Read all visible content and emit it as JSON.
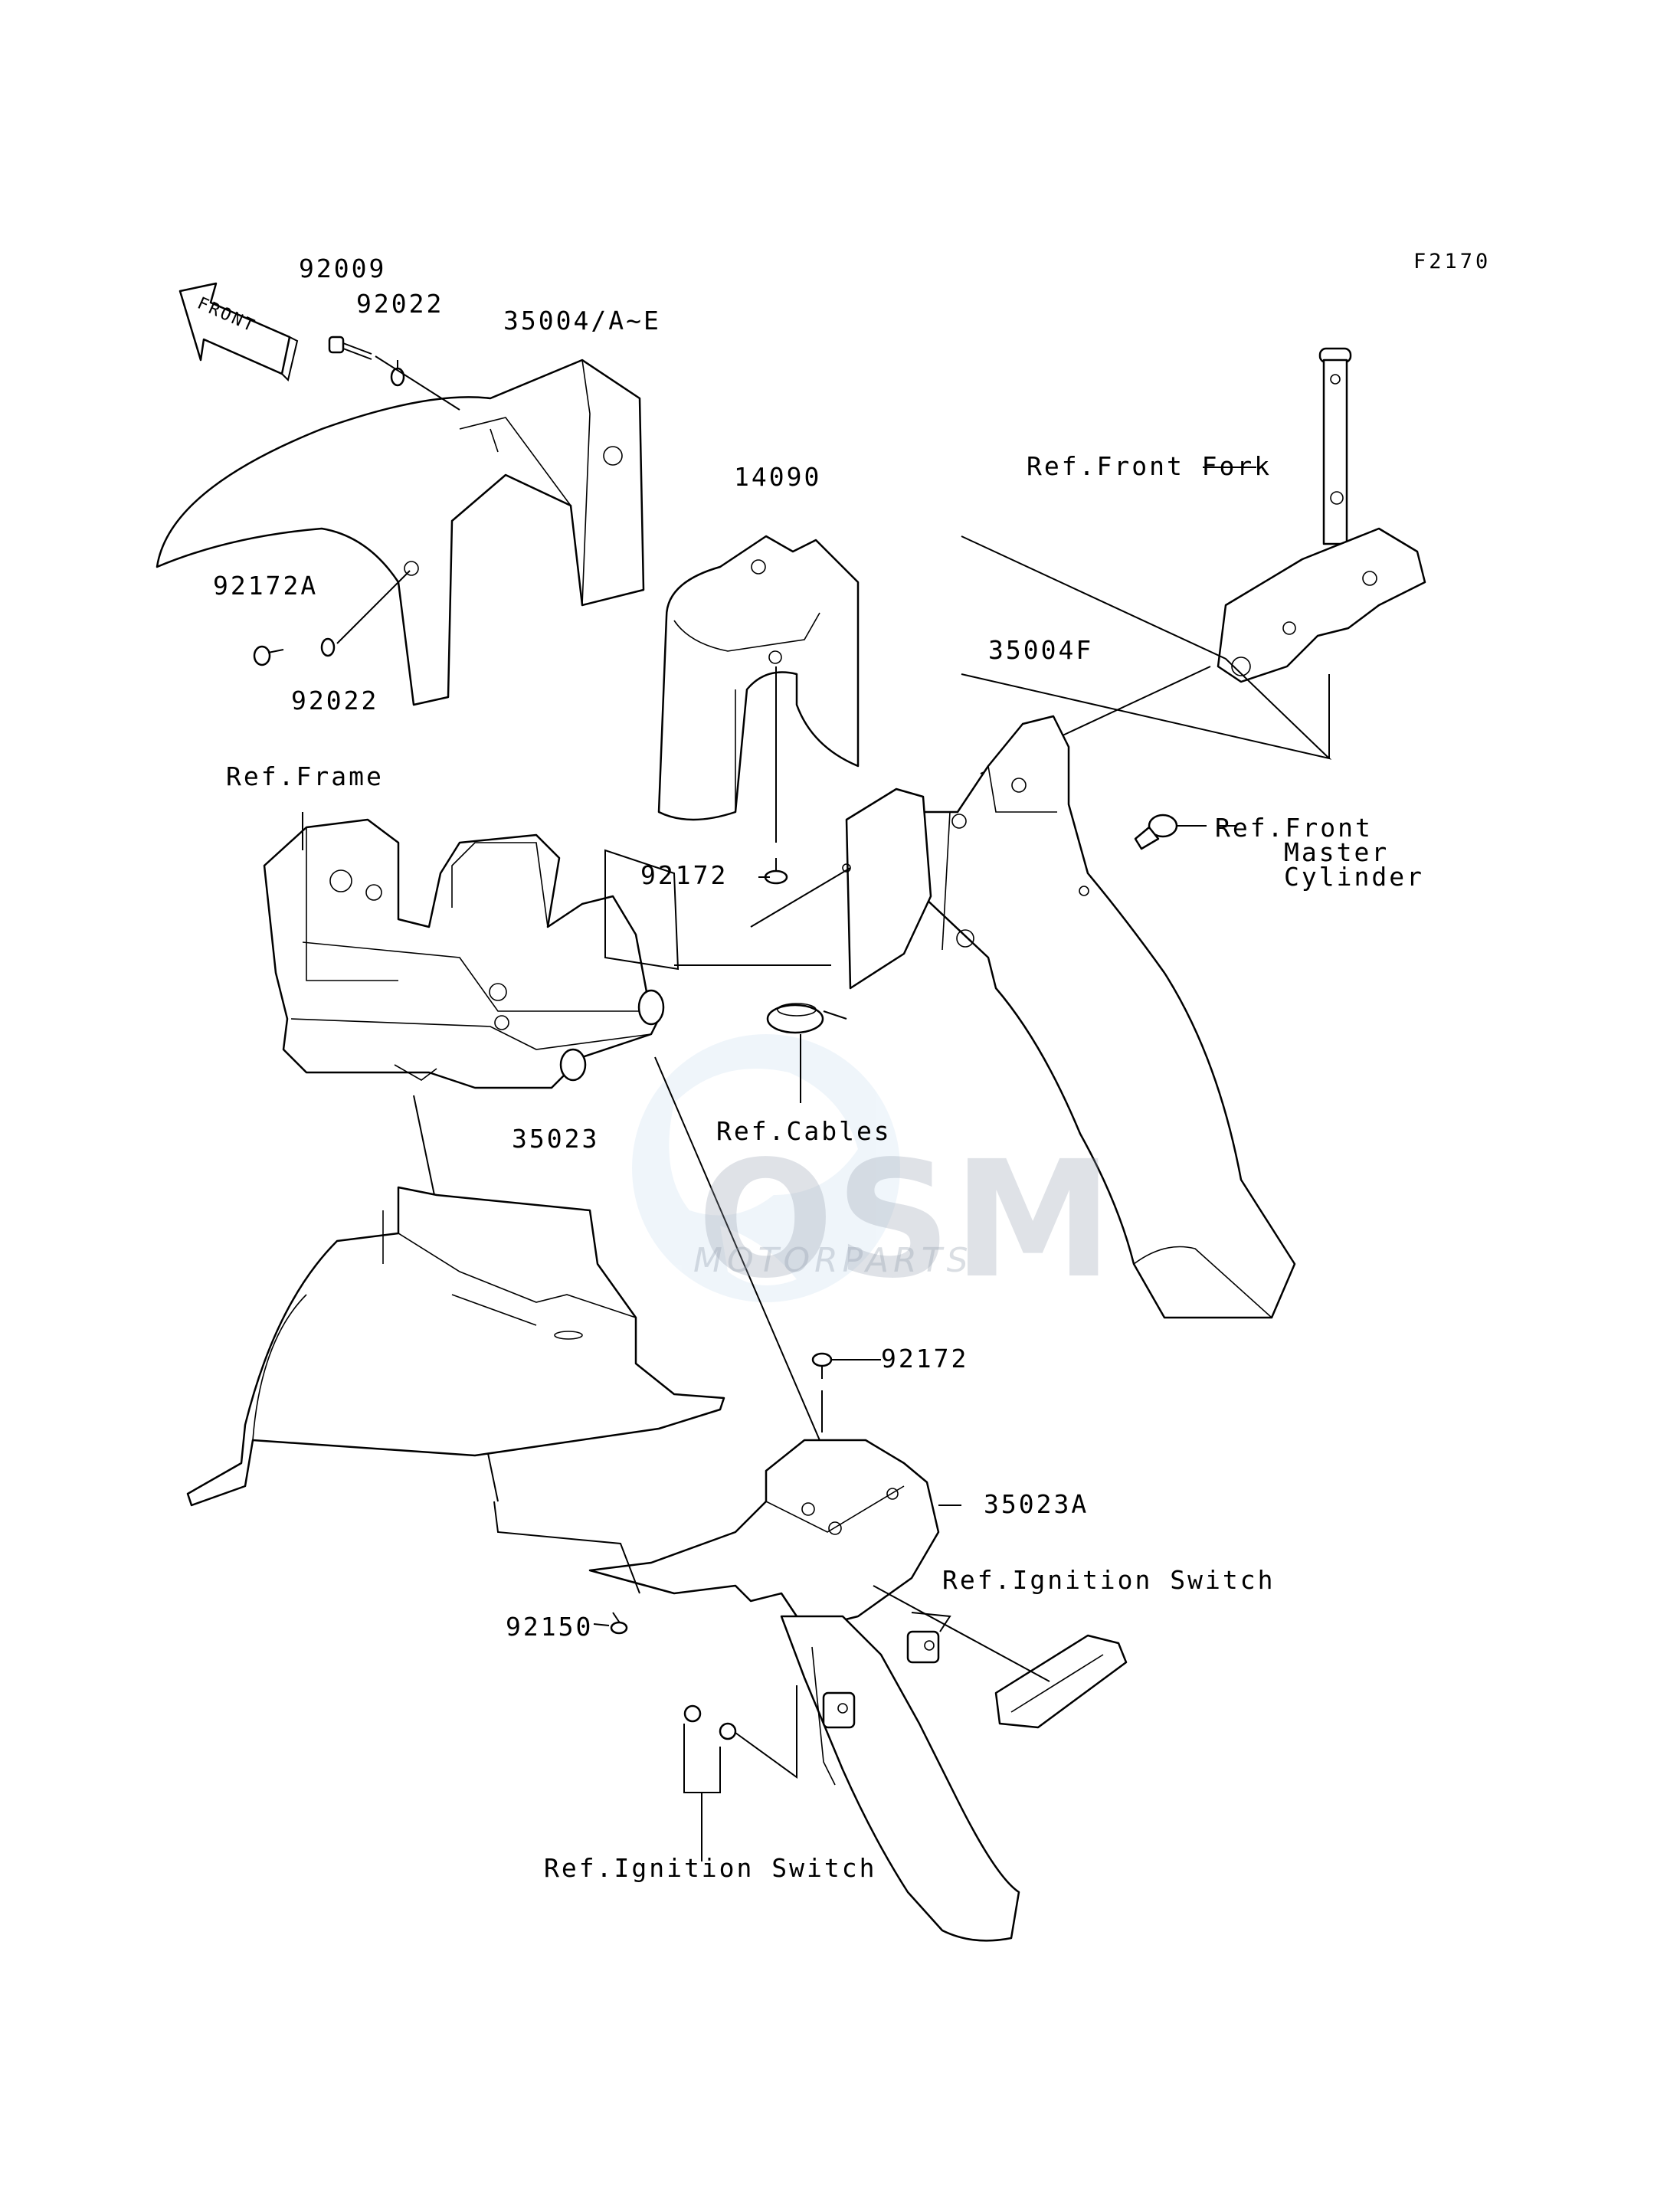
{
  "diagram": {
    "code": "F2170",
    "direction_arrow": "FRONT",
    "labels": {
      "p92009": "92009",
      "p92022_top": "92022",
      "p35004_ae": "35004/A~E",
      "p14090": "14090",
      "ref_front_fork": "Ref.Front Fork",
      "p92172a": "92172A",
      "p92022_bottom": "92022",
      "p35004f": "35004F",
      "ref_frame": "Ref.Frame",
      "ref_front_master_cylinder_1": "Ref.Front",
      "ref_front_master_cylinder_2": "Master",
      "ref_front_master_cylinder_3": "Cylinder",
      "p92172_mid": "92172",
      "ref_cables": "Ref.Cables",
      "p35023": "35023",
      "p92172_low": "92172",
      "p35023a": "35023A",
      "ref_ignition_switch_right": "Ref.Ignition Switch",
      "p92150": "92150",
      "ref_ignition_switch_bottom": "Ref.Ignition Switch"
    },
    "watermark": {
      "logo": "OSM",
      "text": "MOTORPARTS"
    }
  }
}
